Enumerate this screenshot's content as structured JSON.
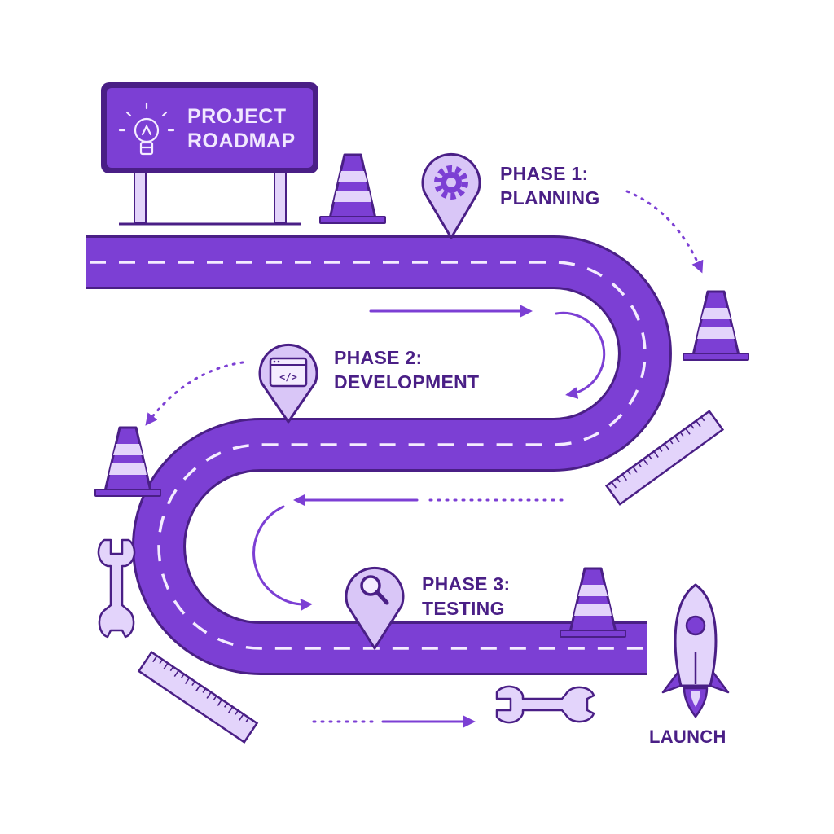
{
  "sign": {
    "line1": "PROJECT",
    "line2": "ROADMAP",
    "icon": "lightbulb-icon"
  },
  "phases": [
    {
      "title": "PHASE 1:",
      "subtitle": "PLANNING",
      "icon": "gear-icon"
    },
    {
      "title": "PHASE 2:",
      "subtitle": "DEVELOPMENT",
      "icon": "code-window-icon"
    },
    {
      "title": "PHASE 3:",
      "subtitle": "TESTING",
      "icon": "magnifier-icon"
    }
  ],
  "launch": {
    "label": "LAUNCH",
    "icon": "rocket-icon"
  },
  "colors": {
    "road": "#7c3fd4",
    "outline": "#4a1f86",
    "light": "#d9c6f7",
    "accent": "#8a4fe0",
    "background": "#ffffff"
  }
}
